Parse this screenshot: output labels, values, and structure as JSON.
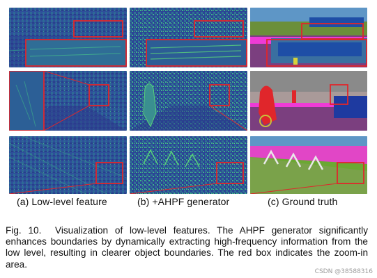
{
  "figure": {
    "columns": [
      {
        "label": "(a) Low-level feature"
      },
      {
        "label": "(b) +AHPF generator"
      },
      {
        "label": "(c) Ground truth"
      }
    ],
    "colors": {
      "feature_dark": "#2a2d8a",
      "feature_mid": "#2c7a8f",
      "feature_light": "#35b28a",
      "zoom_box": "#e0262b",
      "road": "#7b3f7f",
      "vegetation": "#6ba832",
      "sky": "#5e96c6",
      "sidewalk": "#ee3bd6"
    }
  },
  "caption": {
    "label": "Fig. 10.",
    "text": "Visualization of low-level features. The AHPF generator significantly enhances boundaries by dynamically extracting high-frequency information from the low level, resulting in clearer object boundaries. The red box indicates the zoom-in area."
  },
  "watermark": "CSDN @38588316"
}
